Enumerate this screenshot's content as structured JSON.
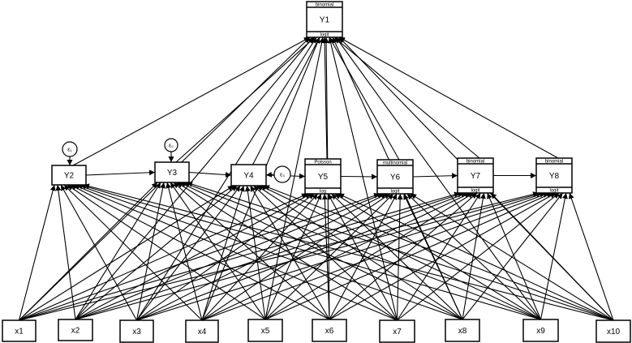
{
  "nodes": {
    "Y1": {
      "label": "Y1",
      "family": "binomial",
      "link": "logit"
    },
    "Y2": {
      "label": "Y2"
    },
    "Y3": {
      "label": "Y3"
    },
    "Y4": {
      "label": "Y4"
    },
    "Y5": {
      "label": "Y5",
      "family": "Poisson",
      "link": "log"
    },
    "Y6": {
      "label": "Y6",
      "family": "multinomial",
      "link": "logit"
    },
    "Y7": {
      "label": "Y7",
      "family": "binomial",
      "link": "logit"
    },
    "Y8": {
      "label": "Y8",
      "family": "binomial",
      "link": "logit"
    },
    "x1": {
      "label": "x1"
    },
    "x2": {
      "label": "x2"
    },
    "x3": {
      "label": "x3"
    },
    "x4": {
      "label": "x4"
    },
    "x5": {
      "label": "x5"
    },
    "x6": {
      "label": "x6"
    },
    "x7": {
      "label": "x7"
    },
    "x8": {
      "label": "x8"
    },
    "x9": {
      "label": "x9"
    },
    "x10": {
      "label": "x10"
    }
  },
  "errors": [
    {
      "id": "e1",
      "label": "ε₁",
      "target": "Y2"
    },
    {
      "id": "e2",
      "label": "ε₂",
      "target": "Y3"
    },
    {
      "id": "e3",
      "label": "ε₃",
      "target": "Y4"
    }
  ],
  "paths": {
    "exogenous": [
      "x1",
      "x2",
      "x3",
      "x4",
      "x5",
      "x6",
      "x7",
      "x8",
      "x9",
      "x10"
    ],
    "all_x_to": [
      "Y1",
      "Y2",
      "Y3",
      "Y4",
      "Y5",
      "Y6",
      "Y7",
      "Y8"
    ],
    "chain": [
      [
        "Y2",
        "Y3"
      ],
      [
        "Y3",
        "Y4"
      ],
      [
        "Y4",
        "Y5"
      ],
      [
        "Y5",
        "Y6"
      ],
      [
        "Y6",
        "Y7"
      ],
      [
        "Y7",
        "Y8"
      ]
    ],
    "to_top": [
      [
        "Y2",
        "Y1"
      ],
      [
        "Y3",
        "Y1"
      ],
      [
        "Y4",
        "Y1"
      ],
      [
        "Y5",
        "Y1"
      ],
      [
        "Y6",
        "Y1"
      ],
      [
        "Y7",
        "Y1"
      ],
      [
        "Y8",
        "Y1"
      ]
    ]
  }
}
